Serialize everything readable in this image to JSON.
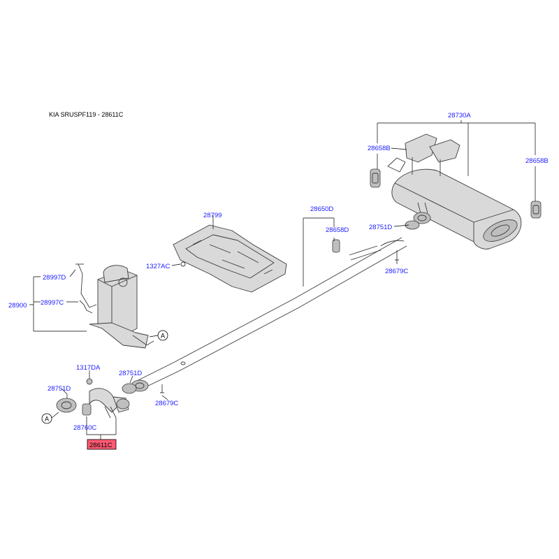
{
  "header": {
    "title": "KIA SRUSPF119 - 28611C"
  },
  "labels": {
    "l_28730A": "28730A",
    "l_28658B_left": "28658B",
    "l_28658B_right": "28658B",
    "l_28650D": "28650D",
    "l_28658D": "28658D",
    "l_28751D_rear": "28751D",
    "l_28679C_rear": "28679C",
    "l_28799": "28799",
    "l_1327AC": "1327AC",
    "l_28997D": "28997D",
    "l_28997C": "28997C",
    "l_28900": "28900",
    "l_1317DA": "1317DA",
    "l_28751D_mid": "28751D",
    "l_28751D_front": "28751D",
    "l_28679C_front": "28679C",
    "l_28760C": "28760C",
    "l_28611C": "28611C",
    "ref_A_upper": "A",
    "ref_A_lower": "A"
  },
  "colors": {
    "part_number": "#1a1aff",
    "highlight": "#ff5a73",
    "line": "#3a3a3a"
  }
}
